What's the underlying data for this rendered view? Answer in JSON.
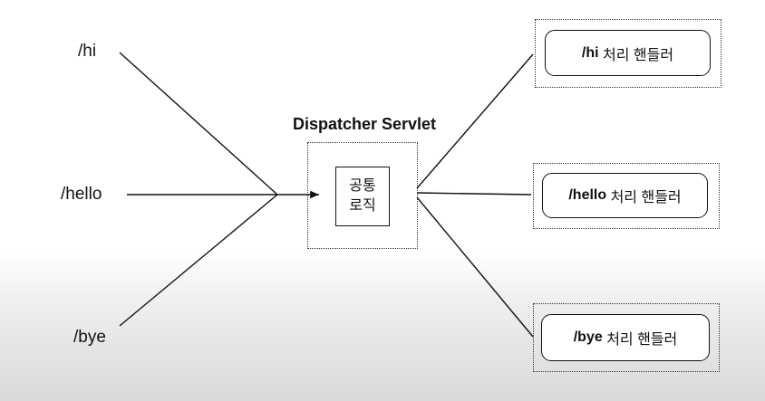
{
  "urls": [
    "/hi",
    "/hello",
    "/bye"
  ],
  "dispatcher": {
    "title": "Dispatcher Servlet",
    "common_logic_line1": "공통",
    "common_logic_line2": "로직"
  },
  "handlers": [
    {
      "path": "/hi",
      "label": " 처리 핸들러"
    },
    {
      "path": "/hello",
      "label": " 처리 핸들러"
    },
    {
      "path": "/bye",
      "label": " 처리 핸들러"
    }
  ]
}
